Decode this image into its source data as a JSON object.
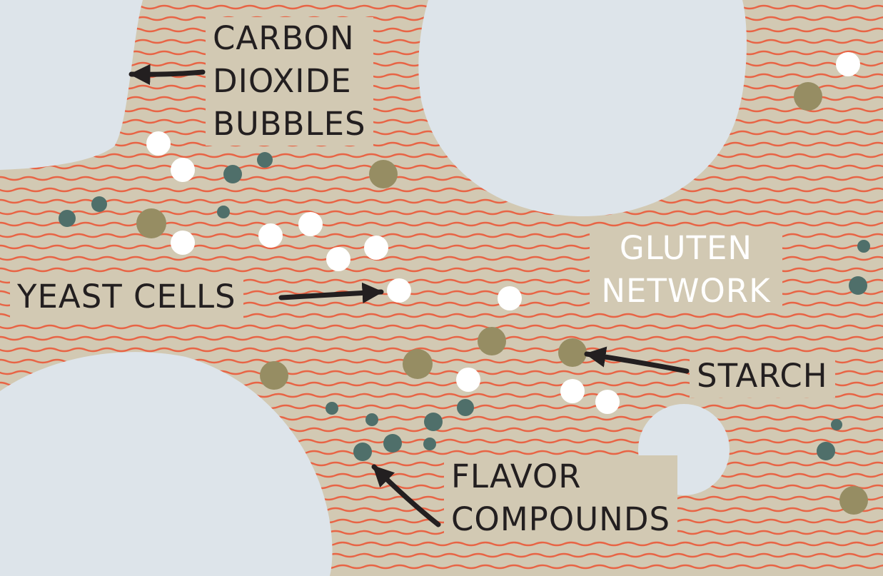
{
  "colors": {
    "dough": "#d2c9b3",
    "gluten_strand": "#e86445",
    "bubble": "#dde4ea",
    "yeast": "#ffffff",
    "starch": "#968d63",
    "flavor": "#4f6f6a",
    "label_dark": "#231f20",
    "label_light": "#ffffff"
  },
  "labels": {
    "carbon_dioxide_bubbles": [
      "CARBON",
      "DIOXIDE",
      "BUBBLES"
    ],
    "yeast_cells": "YEAST CELLS",
    "gluten_network": [
      "GLUTEN",
      "NETWORK"
    ],
    "starch": "STARCH",
    "flavor_compounds": [
      "FLAVOR",
      "COMPOUNDS"
    ]
  }
}
